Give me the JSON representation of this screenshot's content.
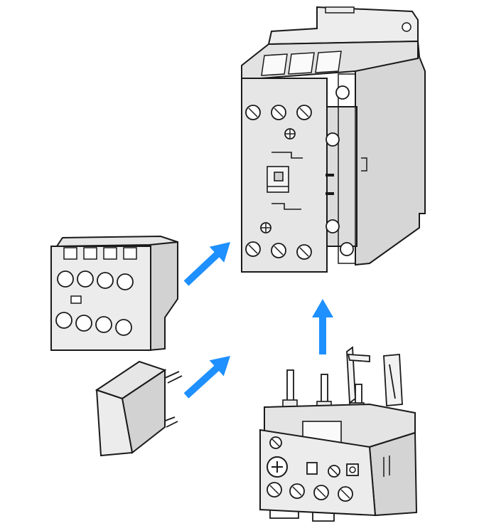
{
  "colors": {
    "background": "#ffffff",
    "outline": "#1a1a1a",
    "housing_fill": "#e6e6e6",
    "housing_shade": "#cfcfcf",
    "arrow": "#1e90ff"
  },
  "components": [
    {
      "name": "main-contactor",
      "icon": "contactor-icon"
    },
    {
      "name": "auxiliary-contact-module",
      "icon": "aux-contact-icon"
    },
    {
      "name": "suppressor-module",
      "icon": "rc-suppressor-icon"
    },
    {
      "name": "overload-relay",
      "icon": "overload-relay-icon"
    }
  ],
  "arrows": [
    {
      "name": "arrow-aux-to-contactor",
      "direction": "up-right"
    },
    {
      "name": "arrow-suppressor-to-contactor",
      "direction": "up-right"
    },
    {
      "name": "arrow-relay-to-contactor",
      "direction": "up"
    }
  ]
}
